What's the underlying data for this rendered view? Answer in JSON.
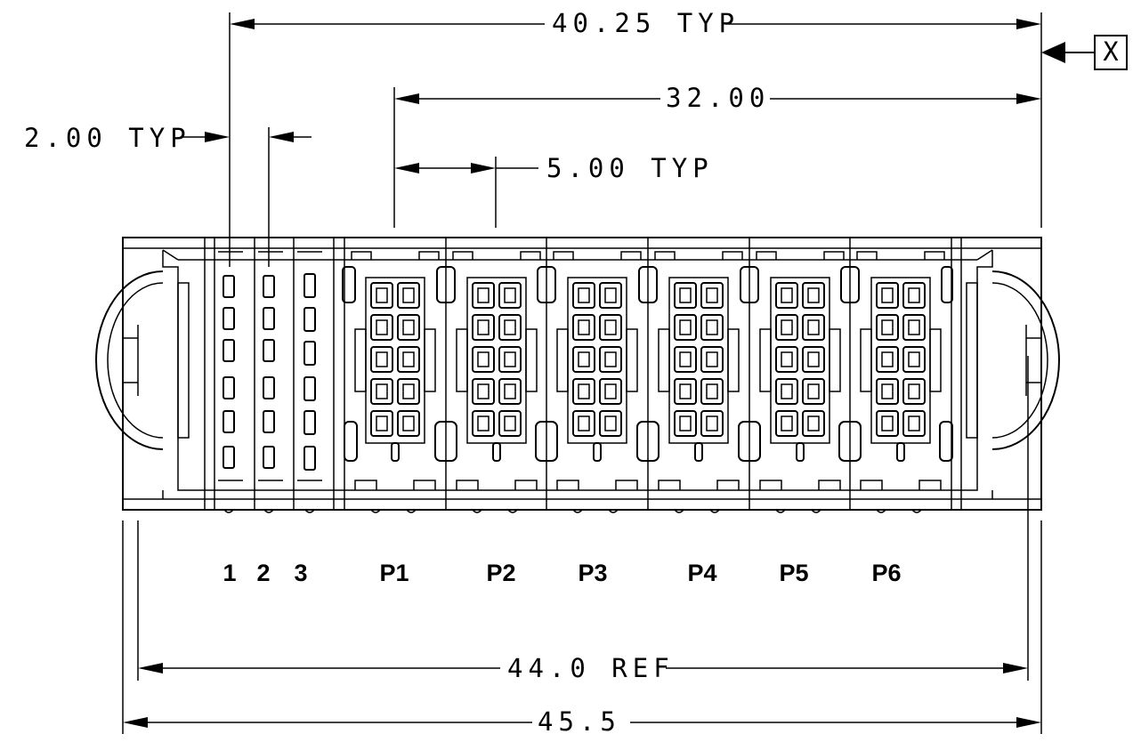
{
  "dimensions": {
    "overall_typ": "40.25 TYP",
    "p1_to_right": "32.00",
    "pitch_small": "2.00 TYP",
    "pitch_power": "5.00 TYP",
    "ref_width": "44.0 REF",
    "total_width": "45.5"
  },
  "datum": "X",
  "signal_labels": [
    "1",
    "2",
    "3"
  ],
  "power_labels": [
    "P1",
    "P2",
    "P3",
    "P4",
    "P5",
    "P6"
  ]
}
